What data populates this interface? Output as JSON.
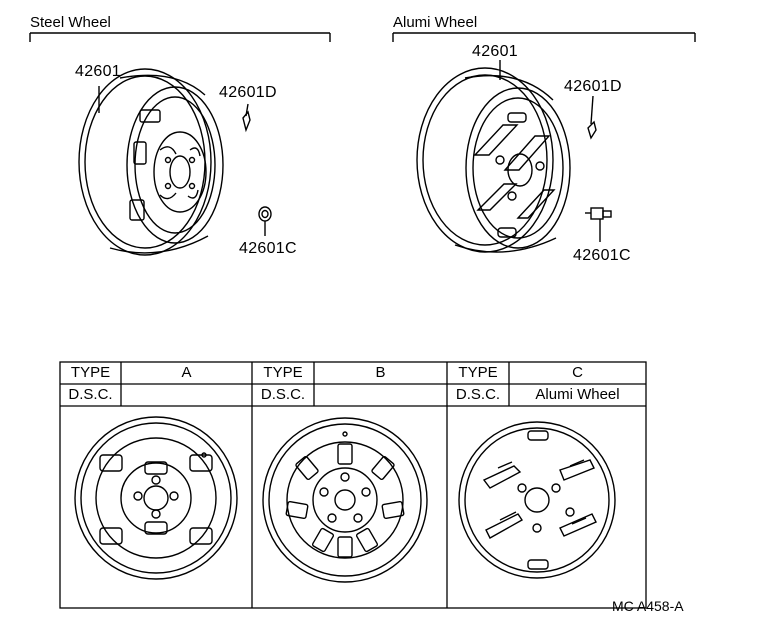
{
  "sections": {
    "steel": {
      "title": "Steel Wheel"
    },
    "alumi": {
      "title": "Alumi Wheel"
    }
  },
  "parts": {
    "steel_wheel": "42601",
    "steel_weight": "42601D",
    "steel_cap": "42601C",
    "alumi_wheel": "42601",
    "alumi_weight": "42601D",
    "alumi_cap": "42601C"
  },
  "table": {
    "type_label": "TYPE",
    "dsc_label": "D.S.C.",
    "columns": [
      {
        "type": "A",
        "dsc": ""
      },
      {
        "type": "B",
        "dsc": ""
      },
      {
        "type": "C",
        "dsc": "Alumi Wheel"
      }
    ]
  },
  "figure_code": "MC A458-A"
}
